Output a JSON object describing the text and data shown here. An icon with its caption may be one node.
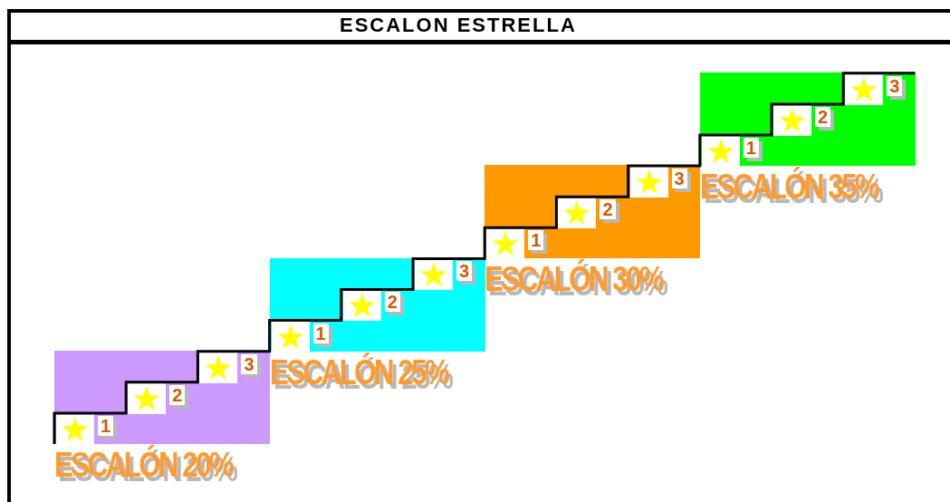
{
  "diagram": {
    "title": "ESCALON ESTRELLA",
    "nodes": [
      {
        "text": [
          "ESCALÓN 20%"
        ]
      },
      {
        "text": [],
        "shape": "box",
        "in": 0,
        "beside": [
          "1"
        ]
      },
      {
        "text": [],
        "shape": "box",
        "in": 0,
        "beside": [
          "2"
        ]
      },
      {
        "text": [],
        "shape": "box",
        "in": 0,
        "beside": [
          "3"
        ]
      },
      {
        "text": [
          "ESCALÓN 25%"
        ]
      },
      {
        "text": [],
        "shape": "box",
        "in": 4,
        "beside": [
          "1"
        ]
      },
      {
        "text": [],
        "shape": "box",
        "in": 4,
        "beside": [
          "2"
        ]
      },
      {
        "text": [],
        "shape": "box",
        "in": 4,
        "beside": [
          "3"
        ]
      },
      {
        "text": [
          "ESCALÓN 30%"
        ]
      },
      {
        "text": [],
        "shape": "box",
        "in": 8,
        "beside": [
          "1"
        ]
      },
      {
        "text": [],
        "shape": "box",
        "in": 8,
        "beside": [
          "2"
        ]
      },
      {
        "text": [],
        "shape": "box",
        "in": 8,
        "beside": [
          "3"
        ]
      },
      {
        "text": [
          "ESCALÓN 35%"
        ]
      },
      {
        "text": [],
        "shape": "box",
        "in": 12,
        "beside": [
          "1"
        ]
      },
      {
        "text": [],
        "shape": "box",
        "in": 12,
        "beside": [
          "2"
        ]
      },
      {
        "text": [],
        "shape": "box",
        "in": 12,
        "beside": [
          "3"
        ]
      }
    ]
  }
}
